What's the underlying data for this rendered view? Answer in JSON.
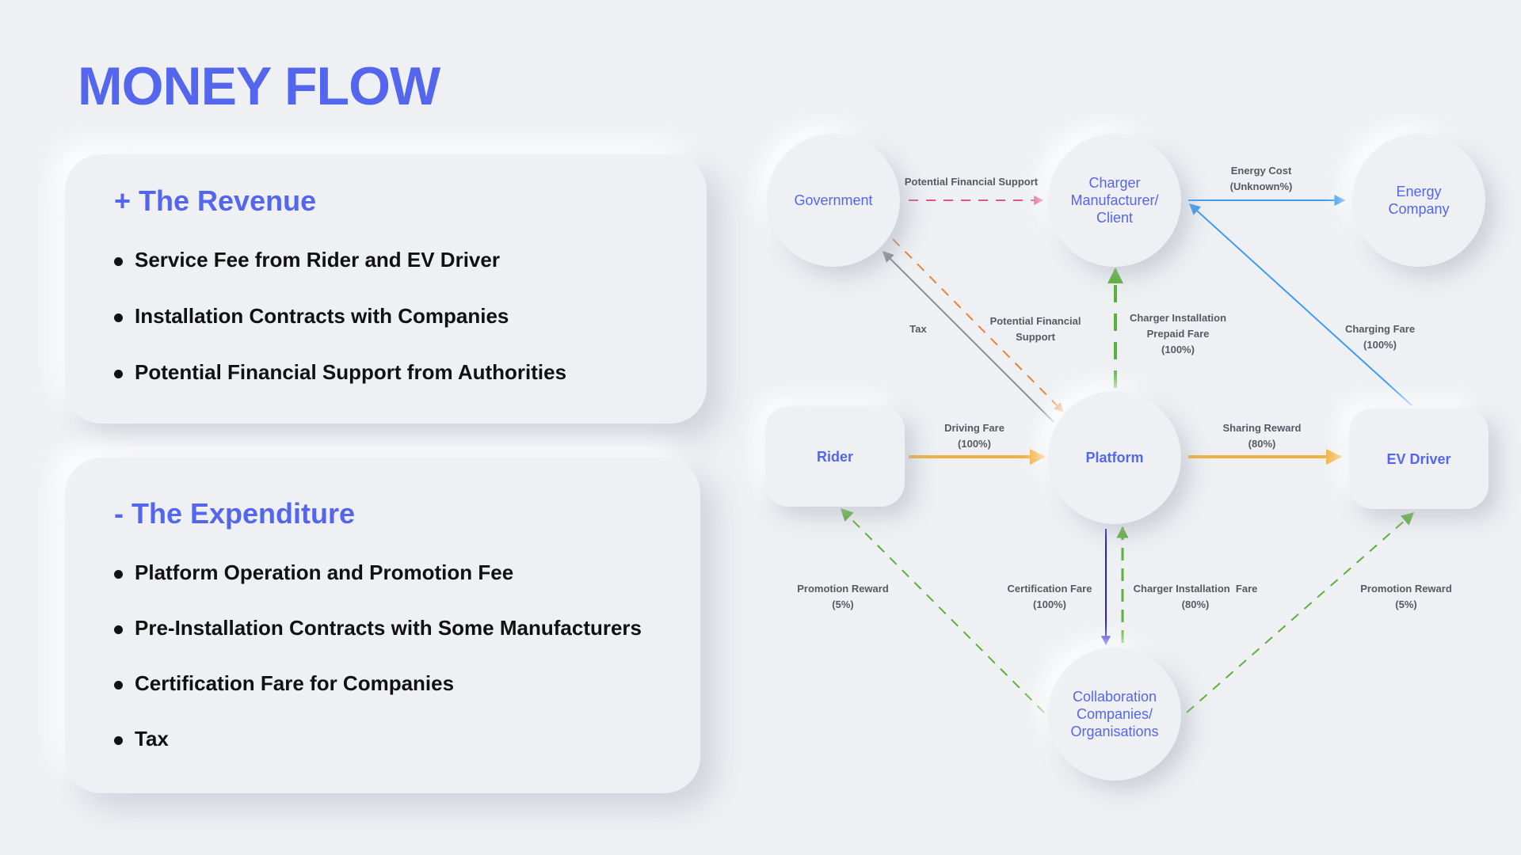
{
  "title": "MONEY FLOW",
  "revenue": {
    "heading": "+ The Revenue",
    "items": [
      "Service Fee from Rider and EV Driver",
      "Installation Contracts with Companies",
      "Potential Financial Support from Authorities"
    ]
  },
  "expenditure": {
    "heading": "- The Expenditure",
    "items": [
      "Platform Operation and Promotion Fee",
      "Pre-Installation Contracts with Some Manufacturers",
      "Certification Fare for Companies",
      "Tax"
    ]
  },
  "nodes": {
    "government": "Government",
    "charger": "Charger\nManufacturer/\nClient",
    "energy": "Energy\nCompany",
    "rider": "Rider",
    "platform": "Platform",
    "ev_driver": "EV Driver",
    "collaboration": "Collaboration\nCompanies/\nOrganisations"
  },
  "flows": {
    "gov_support_charger": "Potential Financial Support",
    "energy_cost": "Energy Cost\n(Unknown%)",
    "tax": "Tax",
    "gov_support_platform": "Potential Financial\nSupport",
    "charger_prepaid": "Charger Installation\nPrepaid Fare\n(100%)",
    "charging_fare": "Charging Fare\n(100%)",
    "driving_fare": "Driving Fare\n(100%)",
    "sharing_reward": "Sharing Reward\n(80%)",
    "promotion_rider": "Promotion Reward\n(5%)",
    "certification": "Certification Fare\n(100%)",
    "charger_install_fare": "Charger Installation  Fare\n(80%)",
    "promotion_driver": "Promotion Reward\n(5%)"
  },
  "colors": {
    "accent": "#5566ee",
    "background": "#eef0f3",
    "pink_dashed": "#e0558a",
    "orange_dashed": "#e8823a",
    "gray_line": "#8a8d92",
    "green_dashed": "#5cb13a",
    "blue_line": "#3d9cf0",
    "yellow_line": "#f0b040",
    "navy_line": "#2b1ad0"
  }
}
